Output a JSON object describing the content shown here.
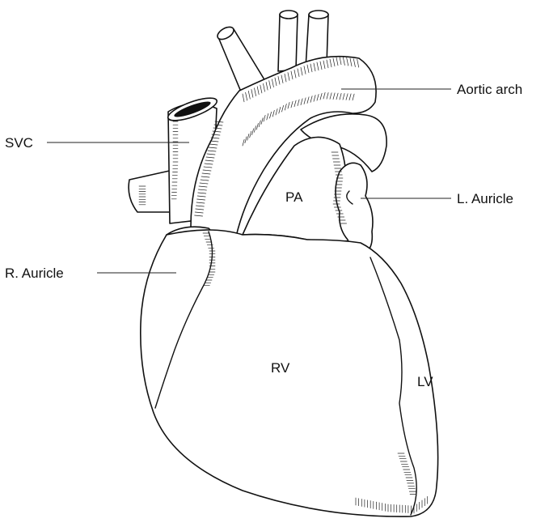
{
  "labels": {
    "aortic_arch": "Aortic arch",
    "svc": "SVC",
    "pa": "PA",
    "l_auricle": "L. Auricle",
    "r_auricle": "R. Auricle",
    "rv": "RV",
    "lv": "LV"
  },
  "colors": {
    "ink": "#111111",
    "background": "#ffffff"
  }
}
